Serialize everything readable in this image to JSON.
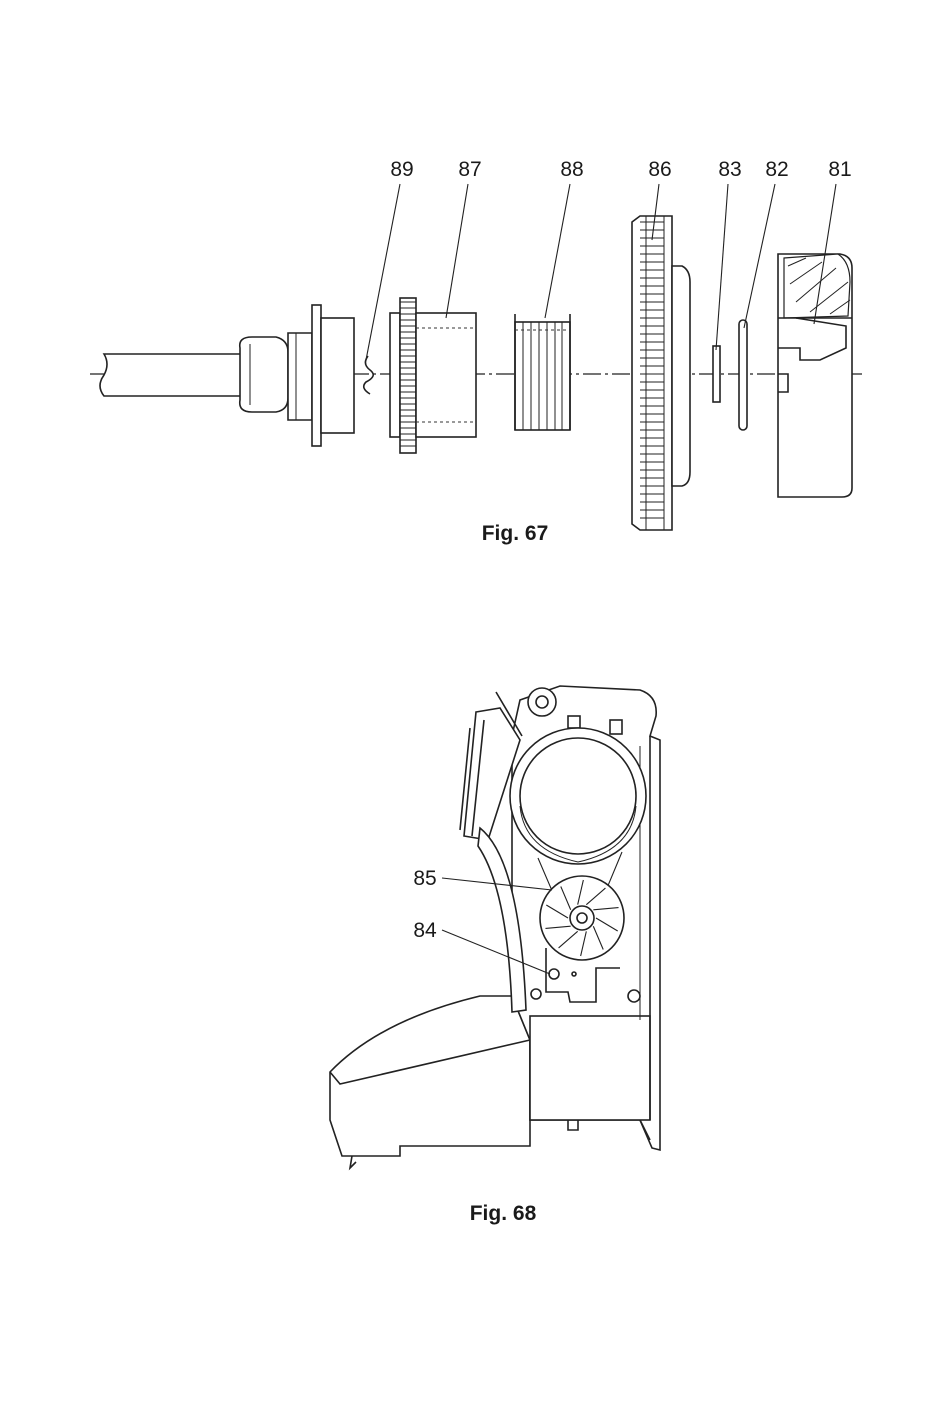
{
  "figures": [
    {
      "id": "fig67",
      "caption": "Fig. 67",
      "callouts": [
        "89",
        "87",
        "88",
        "86",
        "83",
        "82",
        "81"
      ]
    },
    {
      "id": "fig68",
      "caption": "Fig. 68",
      "callouts": [
        "85",
        "84"
      ]
    }
  ]
}
